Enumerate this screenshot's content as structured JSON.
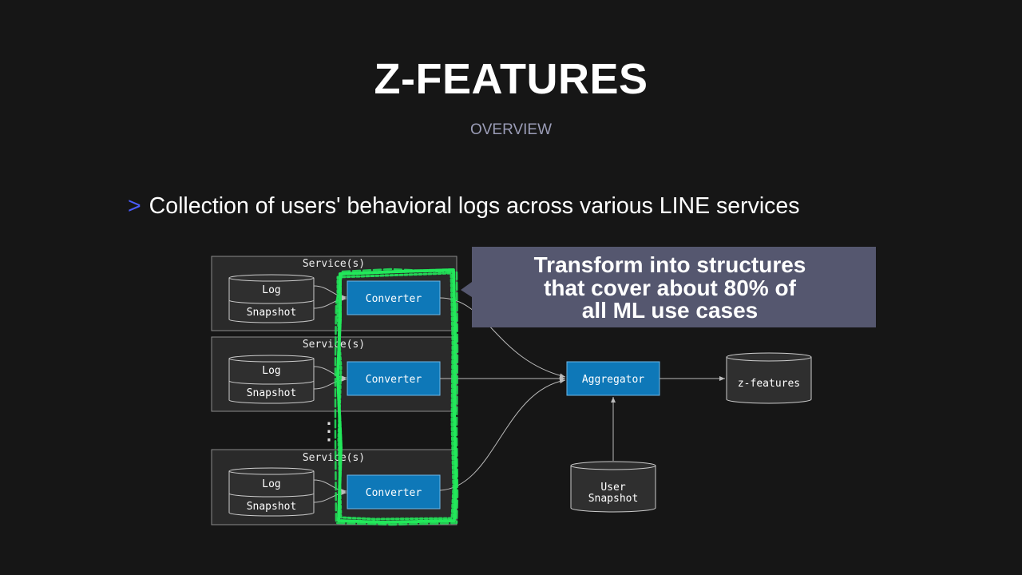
{
  "slide": {
    "title": "Z-FEATURES",
    "subtitle": "OVERVIEW",
    "bullet_marker": ">",
    "bullet_text": "Collection of users' behavioral logs across various LINE services"
  },
  "diagram": {
    "services": [
      {
        "label": "Service(s)",
        "log": "Log",
        "snapshot": "Snapshot",
        "converter": "Converter"
      },
      {
        "label": "Service(s)",
        "log": "Log",
        "snapshot": "Snapshot",
        "converter": "Converter"
      },
      {
        "label": "Service(s)",
        "log": "Log",
        "snapshot": "Snapshot",
        "converter": "Converter"
      }
    ],
    "ellipsis": "⋮",
    "aggregator": "Aggregator",
    "output": "z-features",
    "user_snapshot_line1": "User",
    "user_snapshot_line2": "Snapshot",
    "callout_lines": [
      "Transform into structures",
      "that cover about 80% of",
      "all ML use cases"
    ],
    "colors": {
      "background": "#161616",
      "converter_fill": "#0e78b8",
      "highlight": "#22e85a",
      "callout_fill": "#55576f",
      "bullet_marker": "#4a5cff"
    }
  }
}
